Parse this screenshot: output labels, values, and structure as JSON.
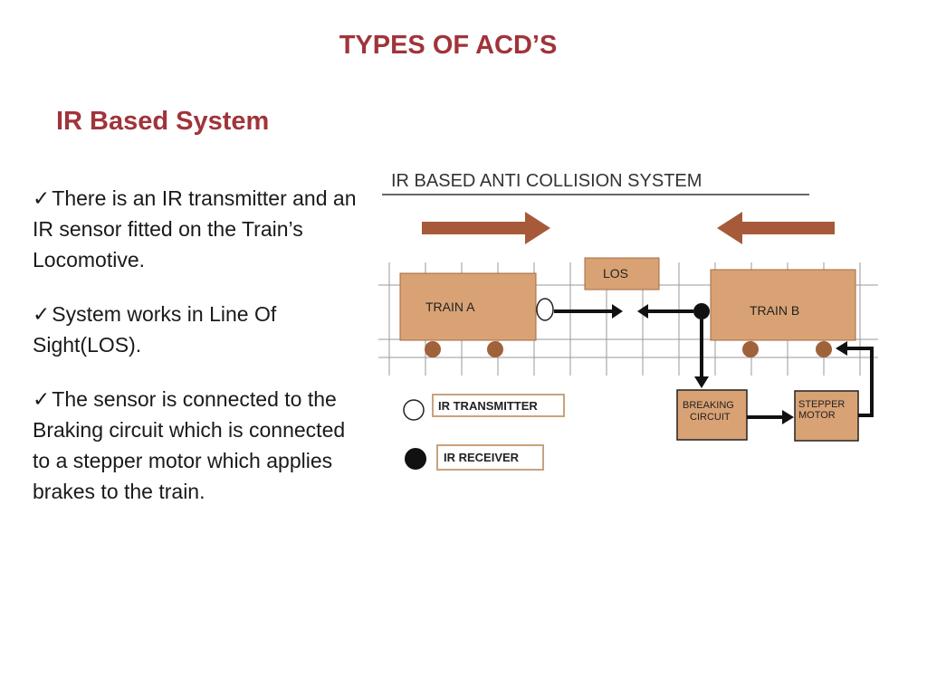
{
  "slide": {
    "title": "TYPES OF ACD’S",
    "subtitle": "IR Based System",
    "bullets": [
      "There is an IR transmitter and an IR sensor fitted on the Train’s Locomotive.",
      "System works in Line Of Sight(LOS).",
      "The sensor is connected to the Braking circuit which is connected to a  stepper motor which applies brakes to the train."
    ]
  },
  "diagram": {
    "title": "IR  BASED  ANTI  COLLISION  SYSTEM",
    "train_a": "TRAIN  A",
    "train_b": "TRAIN B",
    "los": "LOS",
    "breaking_line1": "BREAKING",
    "breaking_line2": "CIRCUIT",
    "stepper_line1": "STEPPER",
    "stepper_line2": "MOTOR",
    "legend_transmitter": "IR TRANSMITTER",
    "legend_receiver": "IR RECEIVER",
    "colors": {
      "box_fill": "#d9a274",
      "box_stroke": "#a4693c",
      "arrow": "#a65a3a",
      "wheel": "#a0623a",
      "track": "#999999",
      "legend_stroke": "#c9a27e"
    }
  }
}
